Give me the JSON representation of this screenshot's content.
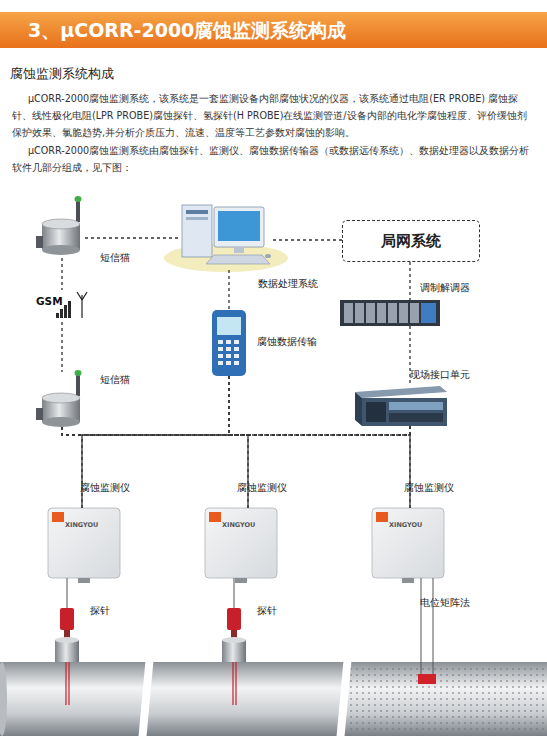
{
  "diagram": {
    "title": "3、μCORR-2000腐蚀监测系统构成",
    "nodes": [
      {
        "text": [
          "短信猫"
        ]
      },
      {
        "text": [
          "数据处理系统"
        ]
      },
      {
        "text": [
          "局网系统"
        ]
      },
      {
        "text": [
          "调制解调器"
        ]
      },
      {
        "text": [
          "腐蚀数据传输"
        ]
      },
      {
        "text": [
          "短信猫"
        ]
      },
      {
        "text": [
          "现场接口单元"
        ]
      },
      {
        "text": [
          "腐蚀监测仪",
          "XINGYOU"
        ]
      },
      {
        "text": [
          "腐蚀监测仪",
          "XINGYOU"
        ]
      },
      {
        "text": [
          "腐蚀监测仪",
          "XINGYOU"
        ]
      },
      {
        "text": [
          "探针"
        ]
      },
      {
        "text": [
          "探针"
        ]
      },
      {
        "text": [
          "电位矩阵法"
        ]
      }
    ],
    "edges": [
      {
        "from": 0,
        "to": 1,
        "arrow": "none"
      },
      {
        "from": 1,
        "to": 2,
        "arrow": "none"
      },
      {
        "from": 2,
        "to": 3,
        "arrow": "none"
      },
      {
        "from": 3,
        "to": 6,
        "arrow": "none"
      },
      {
        "from": 1,
        "to": 4,
        "arrow": "none"
      },
      {
        "from": 0,
        "to": 5,
        "arrow": "none"
      },
      {
        "from": 5,
        "to": 7,
        "arrow": "none"
      },
      {
        "from": 5,
        "to": 8,
        "arrow": "none"
      },
      {
        "from": 5,
        "to": 9,
        "arrow": "none"
      },
      {
        "from": 4,
        "to": 7,
        "arrow": "none"
      },
      {
        "from": 4,
        "to": 8,
        "arrow": "none"
      },
      {
        "from": 4,
        "to": 9,
        "arrow": "none"
      },
      {
        "from": 6,
        "to": 7,
        "arrow": "none"
      },
      {
        "from": 6,
        "to": 8,
        "arrow": "none"
      },
      {
        "from": 6,
        "to": 9,
        "arrow": "none"
      },
      {
        "from": 7,
        "to": 10,
        "arrow": "none"
      },
      {
        "from": 8,
        "to": 11,
        "arrow": "none"
      },
      {
        "from": 9,
        "to": 12,
        "arrow": "none"
      }
    ],
    "labels": [
      "腐蚀监测系统构成",
      "μCORR-2000腐蚀监测系统，该系统是一套监测设备内部腐蚀状况的仪器，该系统通过电阻(ER PROBE) 腐蚀探针、线性极化电阻(LPR PROBE)腐蚀探针、氢探针(H PROBE)在线监测管道/设备内部的电化学腐蚀程度、评价缓蚀剂保护效果、氯脆趋势,并分析介质压力、流速、温度等工艺参数对腐蚀的影响。",
      "μCORR-2000腐蚀监测系统由腐蚀探针、监测仪、腐蚀数据传输器（或数据远传系统）、数据处理器以及数据分析软件几部分组成，见下图：",
      "GSM"
    ]
  }
}
